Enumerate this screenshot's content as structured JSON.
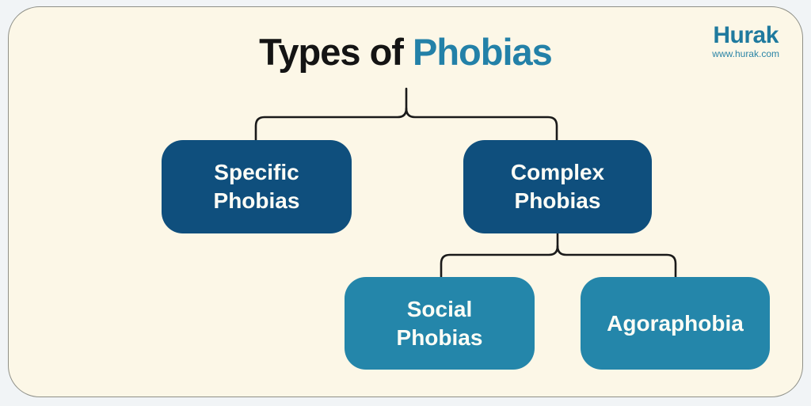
{
  "title": {
    "prefix": "Types of",
    "highlight": "Phobias"
  },
  "brand": {
    "name": "Hurak",
    "url": "www.hurak.com"
  },
  "diagram": {
    "type": "tree",
    "root_label": "Types of Phobias",
    "nodes": [
      {
        "id": "specific-phobias",
        "label": "Specific Phobias",
        "level": 1,
        "parent": "Types of Phobias"
      },
      {
        "id": "complex-phobias",
        "label": "Complex Phobias",
        "level": 1,
        "parent": "Types of Phobias"
      },
      {
        "id": "social-phobias",
        "label": "Social Phobias",
        "level": 2,
        "parent": "Complex Phobias"
      },
      {
        "id": "agoraphobia",
        "label": "Agoraphobia",
        "level": 2,
        "parent": "Complex Phobias"
      }
    ]
  },
  "colors": {
    "outer_background": "#f1f4f6",
    "card_background": "#fcf7e7",
    "card_border": "#8f9088",
    "title_text": "#141414",
    "title_accent": "#2381a8",
    "brand_teal": "#1f7a9e",
    "box_dark_blue": "#0f4f7d",
    "box_teal": "#2486aa",
    "box_text": "#fdfdf6",
    "connector_line": "#1a1a1a"
  }
}
